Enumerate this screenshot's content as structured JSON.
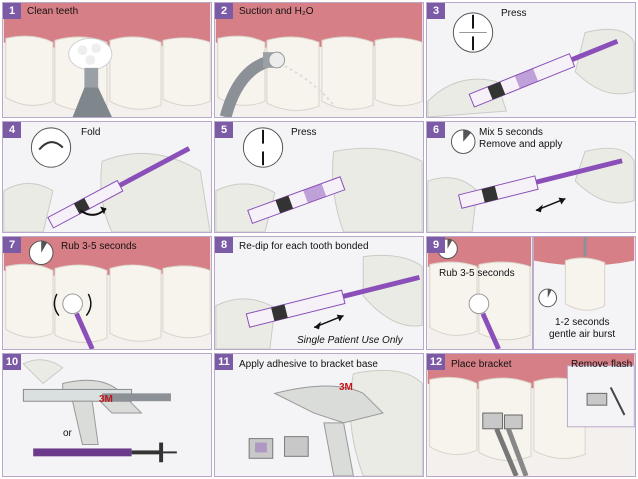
{
  "colors": {
    "badge": "#7b5aa6",
    "gum": "#d77f86",
    "tooth": "#f7f4ee",
    "glove": "#e9ebe4",
    "applicator": "#8a4fb8"
  },
  "panels": [
    {
      "number": "1",
      "caption": "Clean teeth"
    },
    {
      "number": "2",
      "caption": "Suction and H₂O"
    },
    {
      "number": "3",
      "caption": "Press"
    },
    {
      "number": "4",
      "caption": "Fold"
    },
    {
      "number": "5",
      "caption": "Press"
    },
    {
      "number": "6",
      "caption": "Mix 5 seconds",
      "caption2": "Remove and apply"
    },
    {
      "number": "7",
      "caption": "Rub 3-5 seconds"
    },
    {
      "number": "8",
      "caption": "Re-dip for each tooth bonded",
      "note": "Single Patient Use Only"
    },
    {
      "number": "9",
      "caption": "Rub 3-5 seconds",
      "caption_right1": "1-2 seconds",
      "caption_right2": "gentle air burst"
    },
    {
      "number": "10",
      "caption": "or",
      "brand": "3M"
    },
    {
      "number": "11",
      "caption": "Apply adhesive to bracket base",
      "brand": "3M"
    },
    {
      "number": "12",
      "caption": "Place bracket",
      "caption_right": "Remove flash"
    }
  ]
}
